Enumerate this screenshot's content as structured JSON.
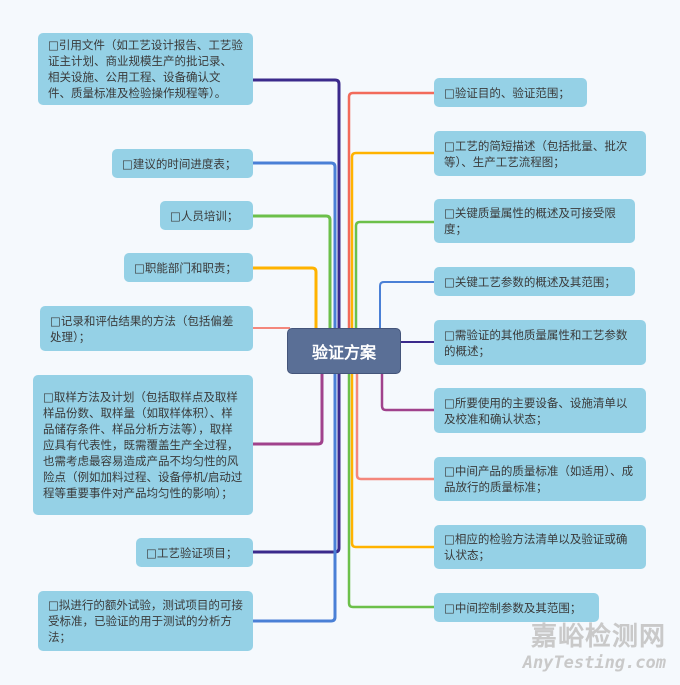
{
  "center": {
    "title": "验证方案"
  },
  "left_nodes": [
    {
      "text": "□引用文件（如工艺设计报告、工艺验证主计划、商业规模生产的批记录、相关设施、公用工程、设备确认文件、质量标准及检验操作规程等）。",
      "color": "#3b2a8c"
    },
    {
      "text": "□建议的时间进度表；",
      "color": "#4a80d6"
    },
    {
      "text": "□人员培训；",
      "color": "#6cc04a"
    },
    {
      "text": "□职能部门和职责；",
      "color": "#ffb300"
    },
    {
      "text": "□记录和评估结果的方法（包括偏差处理）；",
      "color": "#f4877c"
    },
    {
      "text": "□取样方法及计划（包括取样点及取样样品份数、取样量（如取样体积）、样品储存条件、样品分析方法等），取样应具有代表性，既需覆盖生产全过程，也需考虑最容易造成产品不均匀性的风险点（例如加料过程、设备停机/启动过程等重要事件对产品均匀性的影响）；",
      "color": "#a0428c"
    },
    {
      "text": "□工艺验证项目；",
      "color": "#3b2a8c"
    },
    {
      "text": "□拟进行的额外试验，测试项目的可接受标准，已验证的用于测试的分析方法；",
      "color": "#4a80d6"
    }
  ],
  "right_nodes": [
    {
      "text": "□验证目的、验证范围；",
      "color": "#f26b5b"
    },
    {
      "text": "□工艺的简短描述（包括批量、批次等）、生产工艺流程图；",
      "color": "#ffb300"
    },
    {
      "text": "□关键质量属性的概述及可接受限度；",
      "color": "#6cc04a"
    },
    {
      "text": "□关键工艺参数的概述及其范围；",
      "color": "#4a80d6"
    },
    {
      "text": "□需验证的其他质量属性和工艺参数的概述；",
      "color": "#3b2a8c"
    },
    {
      "text": "□所要使用的主要设备、设施清单以及校准和确认状态；",
      "color": "#a0428c"
    },
    {
      "text": "□中间产品的质量标准（如适用）、成品放行的质量标准；",
      "color": "#f4877c"
    },
    {
      "text": "□相应的检验方法清单以及验证或确认状态；",
      "color": "#ffb300"
    },
    {
      "text": "□中间控制参数及其范围；",
      "color": "#6cc04a"
    }
  ],
  "watermark": {
    "cn": "嘉峪检测网",
    "en": "AnyTesting.com"
  }
}
